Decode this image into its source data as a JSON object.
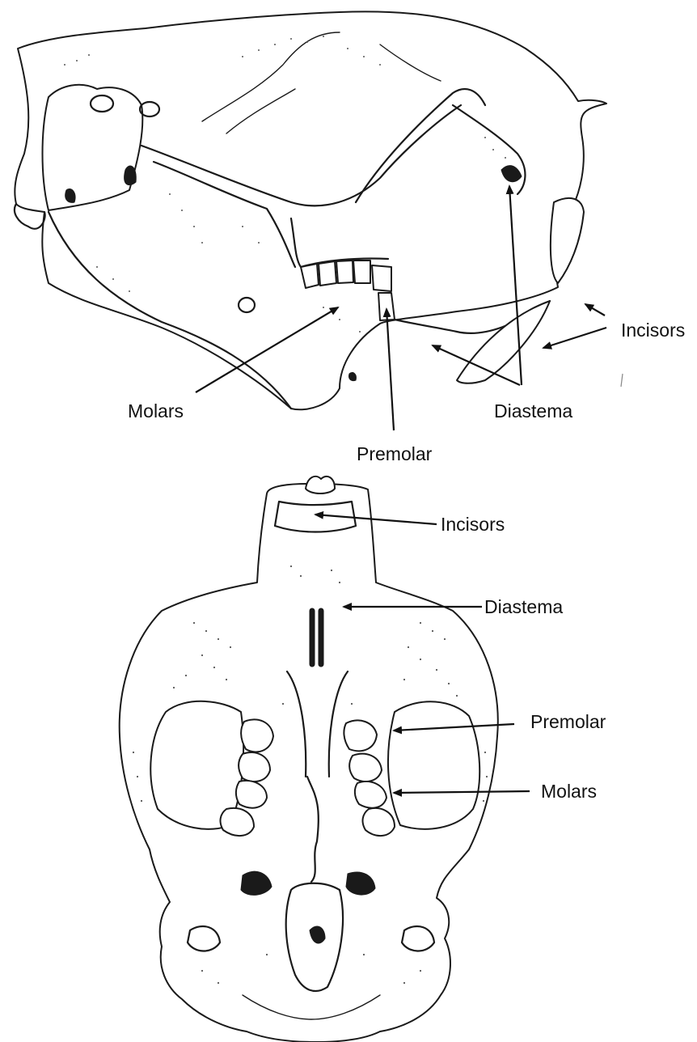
{
  "colors": {
    "ink": "#1a1a1a",
    "background": "#ffffff",
    "stipple": "#555555"
  },
  "lateral_view": {
    "labels": {
      "incisors": "Incisors",
      "molars": "Molars",
      "diastema": "Diastema",
      "premolar": "Premolar"
    }
  },
  "ventral_view": {
    "labels": {
      "incisors": "Incisors",
      "diastema": "Diastema",
      "premolar": "Premolar",
      "molars": "Molars"
    }
  }
}
